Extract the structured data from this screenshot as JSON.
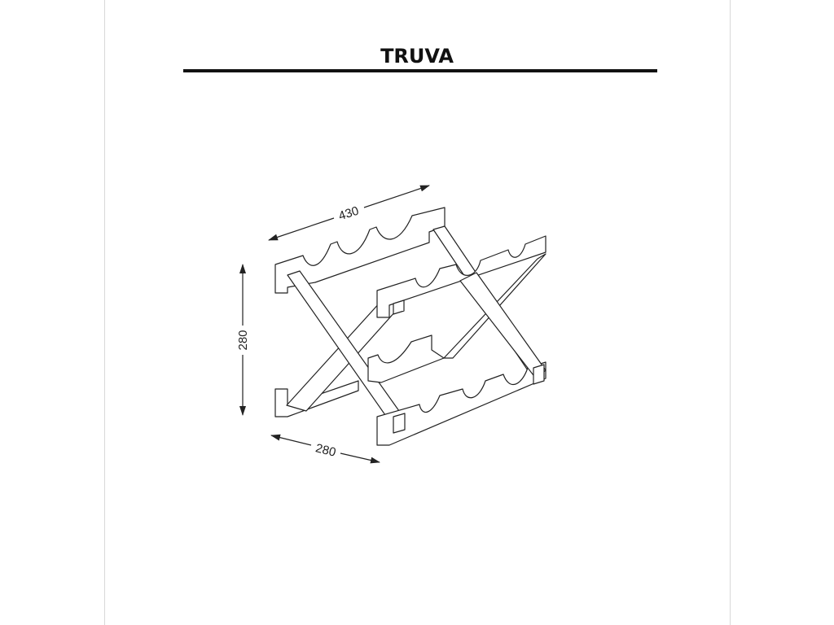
{
  "title": "TRUVA",
  "dimensions": {
    "width": "430",
    "height": "280",
    "depth": "280"
  },
  "colors": {
    "line": "#222222",
    "title_rule": "#111111"
  }
}
